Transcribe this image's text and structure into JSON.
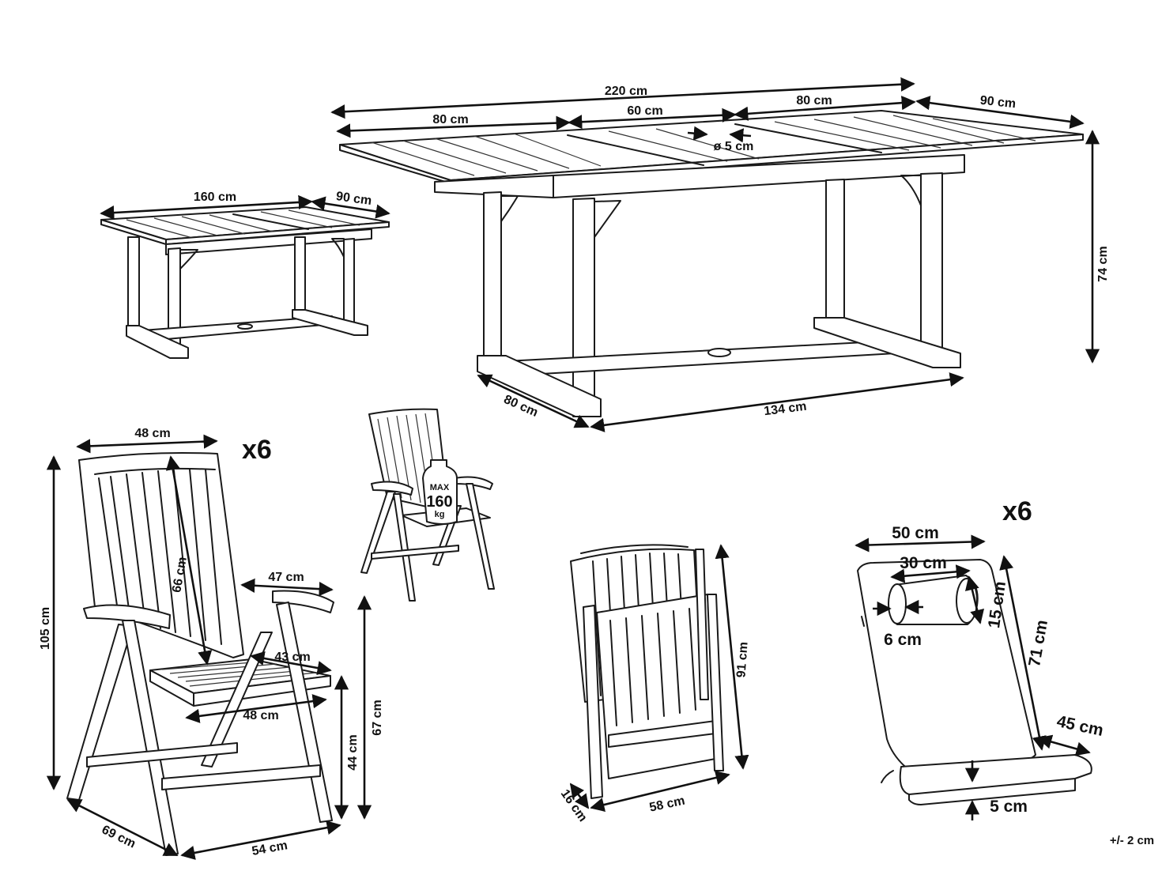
{
  "multiplier_chairs": "x6",
  "multiplier_cushions": "x6",
  "tolerance": "+/- 2 cm",
  "table_extended": {
    "length_total": "220 cm",
    "leaf_left": "80 cm",
    "leaf_middle": "60 cm",
    "leaf_right": "80 cm",
    "width": "90 cm",
    "umbrella_hole": "ø 5 cm",
    "height": "74 cm",
    "base_length": "134 cm",
    "base_width": "80 cm"
  },
  "table_compact": {
    "length": "160 cm",
    "width": "90 cm"
  },
  "chair": {
    "back_width": "48 cm",
    "back_height": "66 cm",
    "total_height": "105 cm",
    "arm_width": "47 cm",
    "seat_depth": "43 cm",
    "seat_width": "48 cm",
    "arm_height": "67 cm",
    "seat_height": "44 cm",
    "depth": "69 cm",
    "width": "54 cm"
  },
  "load": {
    "top": "MAX",
    "value": "160",
    "unit": "kg"
  },
  "folded_chair": {
    "height": "91 cm",
    "width": "58 cm",
    "thickness": "16 cm"
  },
  "cushion": {
    "width": "50 cm",
    "pillow_length": "30 cm",
    "pillow_diameter": "15 cm",
    "pillow_small": "6 cm",
    "back_length": "71 cm",
    "seat_depth": "45 cm",
    "thickness": "5 cm"
  }
}
